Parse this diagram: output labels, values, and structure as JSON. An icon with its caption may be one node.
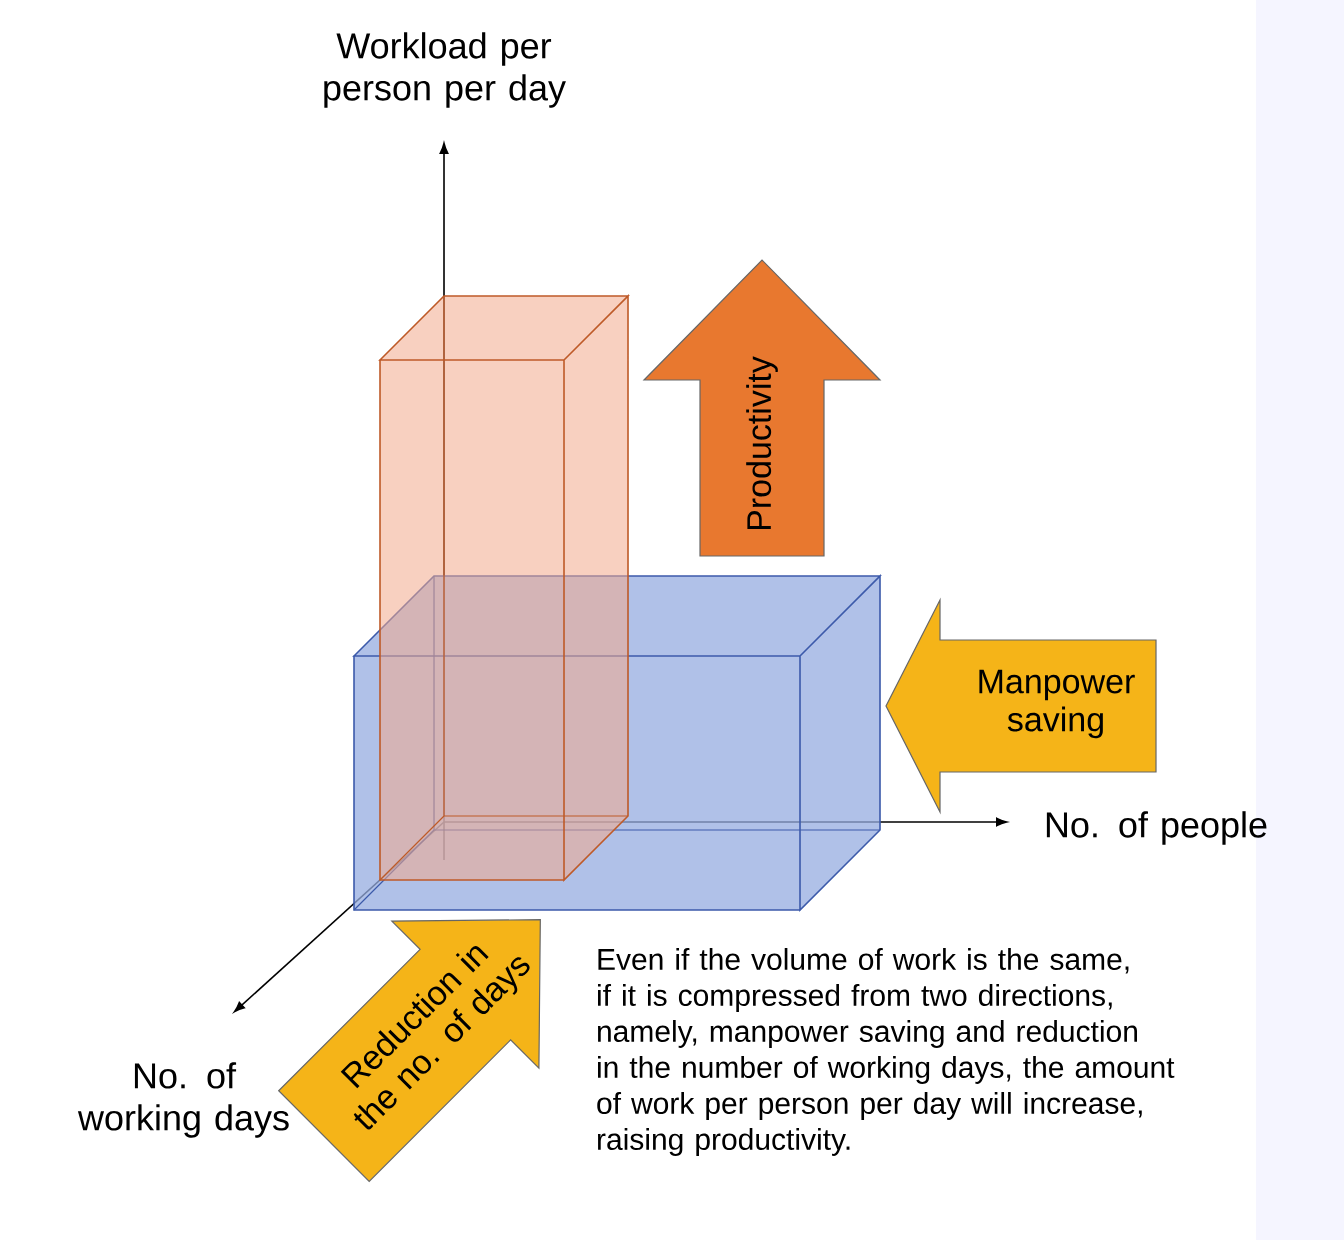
{
  "diagram": {
    "nodes": [
      {
        "text": [
          "Productivity"
        ]
      },
      {
        "text": [
          "Manpower saving"
        ]
      },
      {
        "text": [
          "Reduction in the no. of days"
        ]
      }
    ],
    "labels": [
      "Workload per person per day",
      "No. of people",
      "No. of working days",
      "Even if the volume of work is the same, if it is compressed from two directions, namely, manpower saving and reduction in the number of working days, the amount of work per person per day will increase, raising productivity."
    ]
  }
}
